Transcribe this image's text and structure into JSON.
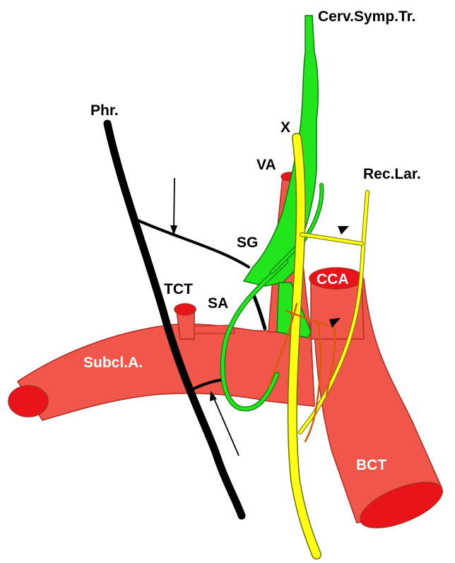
{
  "labels": {
    "cerv_symp_tr": "Cerv.Symp.Tr.",
    "phr": "Phr.",
    "x": "X",
    "va": "VA",
    "rec_lar": "Rec.Lar.",
    "sg": "SG",
    "cca": "CCA",
    "tct": "TCT",
    "sa": "SA",
    "subcl_a": "Subcl.A.",
    "bct": "BCT"
  },
  "colors": {
    "artery": "#F0574A",
    "artery_dark": "#E8473A",
    "artery_end": "#E8141A",
    "nerve_black": "#000000",
    "vagus": "#FFFF14",
    "sympathetic": "#22E51E",
    "recurrent": "#FFFF14"
  }
}
